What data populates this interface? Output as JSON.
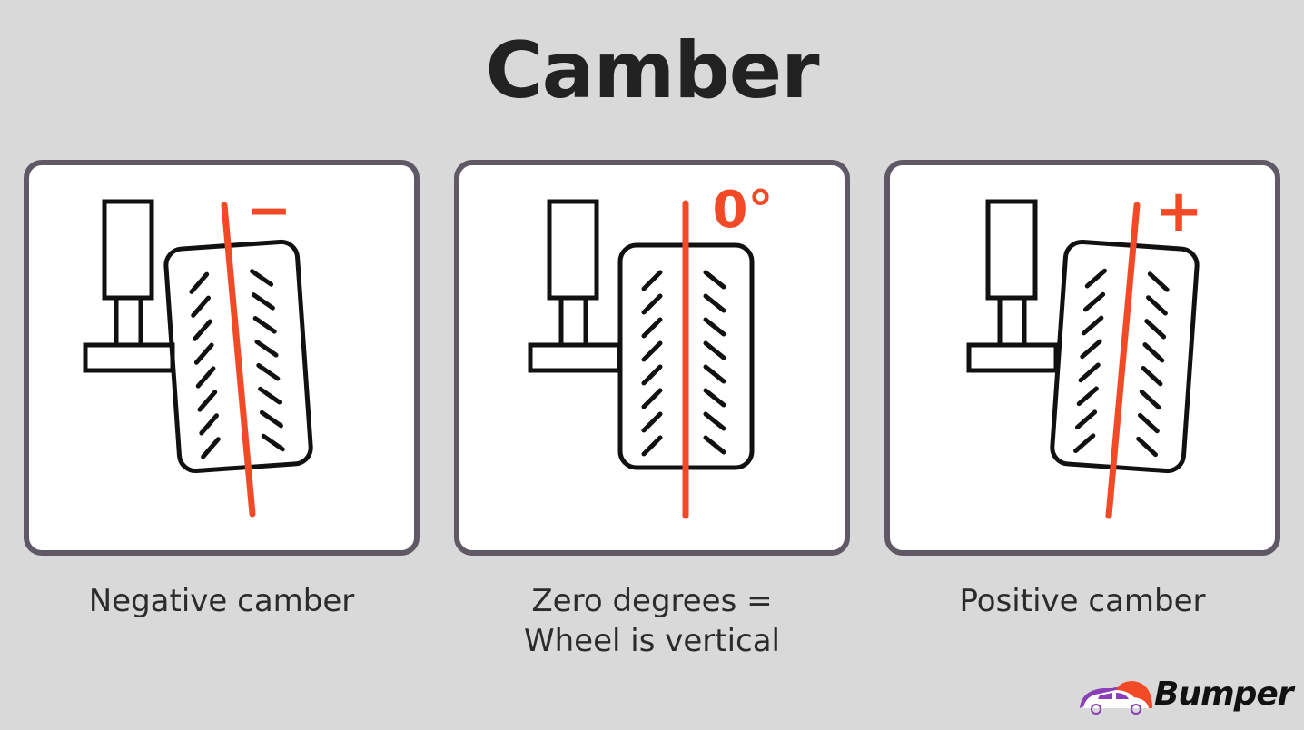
{
  "title": "Camber",
  "panels": [
    {
      "label": "Negative camber",
      "sign": "−"
    },
    {
      "label_line1": "Zero degrees =",
      "label_line2": "Wheel is vertical",
      "sign": "0°"
    },
    {
      "label": "Positive camber",
      "sign": "+"
    }
  ],
  "colors": {
    "accent": "#f24a26",
    "border": "#5f5865",
    "background": "#d9d9d9"
  },
  "logo": {
    "text": "Bumper"
  }
}
